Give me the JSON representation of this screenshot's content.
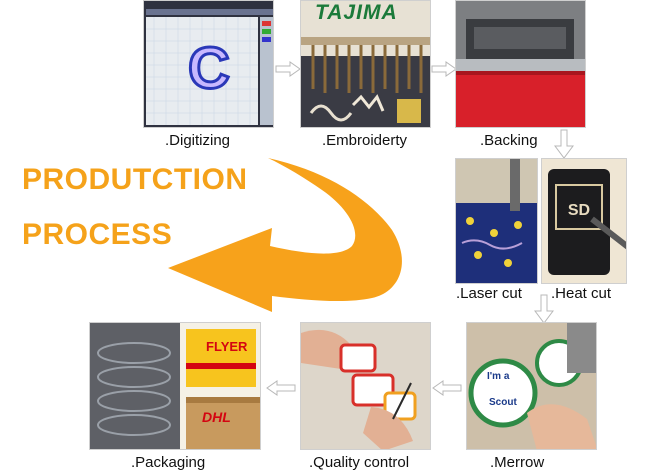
{
  "title": {
    "line1": "PRODUTCTION",
    "line2": "PROCESS",
    "color": "#F5A21A"
  },
  "steps": [
    {
      "id": "digitizing",
      "label": ".Digitizing"
    },
    {
      "id": "embroidery",
      "label": ".Embroiderty"
    },
    {
      "id": "backing",
      "label": ".Backing"
    },
    {
      "id": "laser-cut",
      "label": ".Laser cut"
    },
    {
      "id": "heat-cut",
      "label": ".Heat cut"
    },
    {
      "id": "merrow",
      "label": ".Merrow"
    },
    {
      "id": "quality-control",
      "label": ".Quality control"
    },
    {
      "id": "packaging",
      "label": ".Packaging"
    }
  ],
  "photo_text": {
    "machine_brand": "TAJIMA",
    "digitize_letter": "C",
    "box_brand": "DHL",
    "bag_text": "FLYER",
    "patch_line1": "I'm a",
    "patch_line2": "Scout"
  },
  "colors": {
    "arrow_orange": "#F7A21B",
    "connector_fill": "#ffffff",
    "connector_stroke": "#b8b8b8",
    "backing_red": "#D8202A",
    "patch_navy": "#1E2F7A",
    "dhl_yellow": "#F7C41E",
    "dhl_red": "#D40511"
  }
}
